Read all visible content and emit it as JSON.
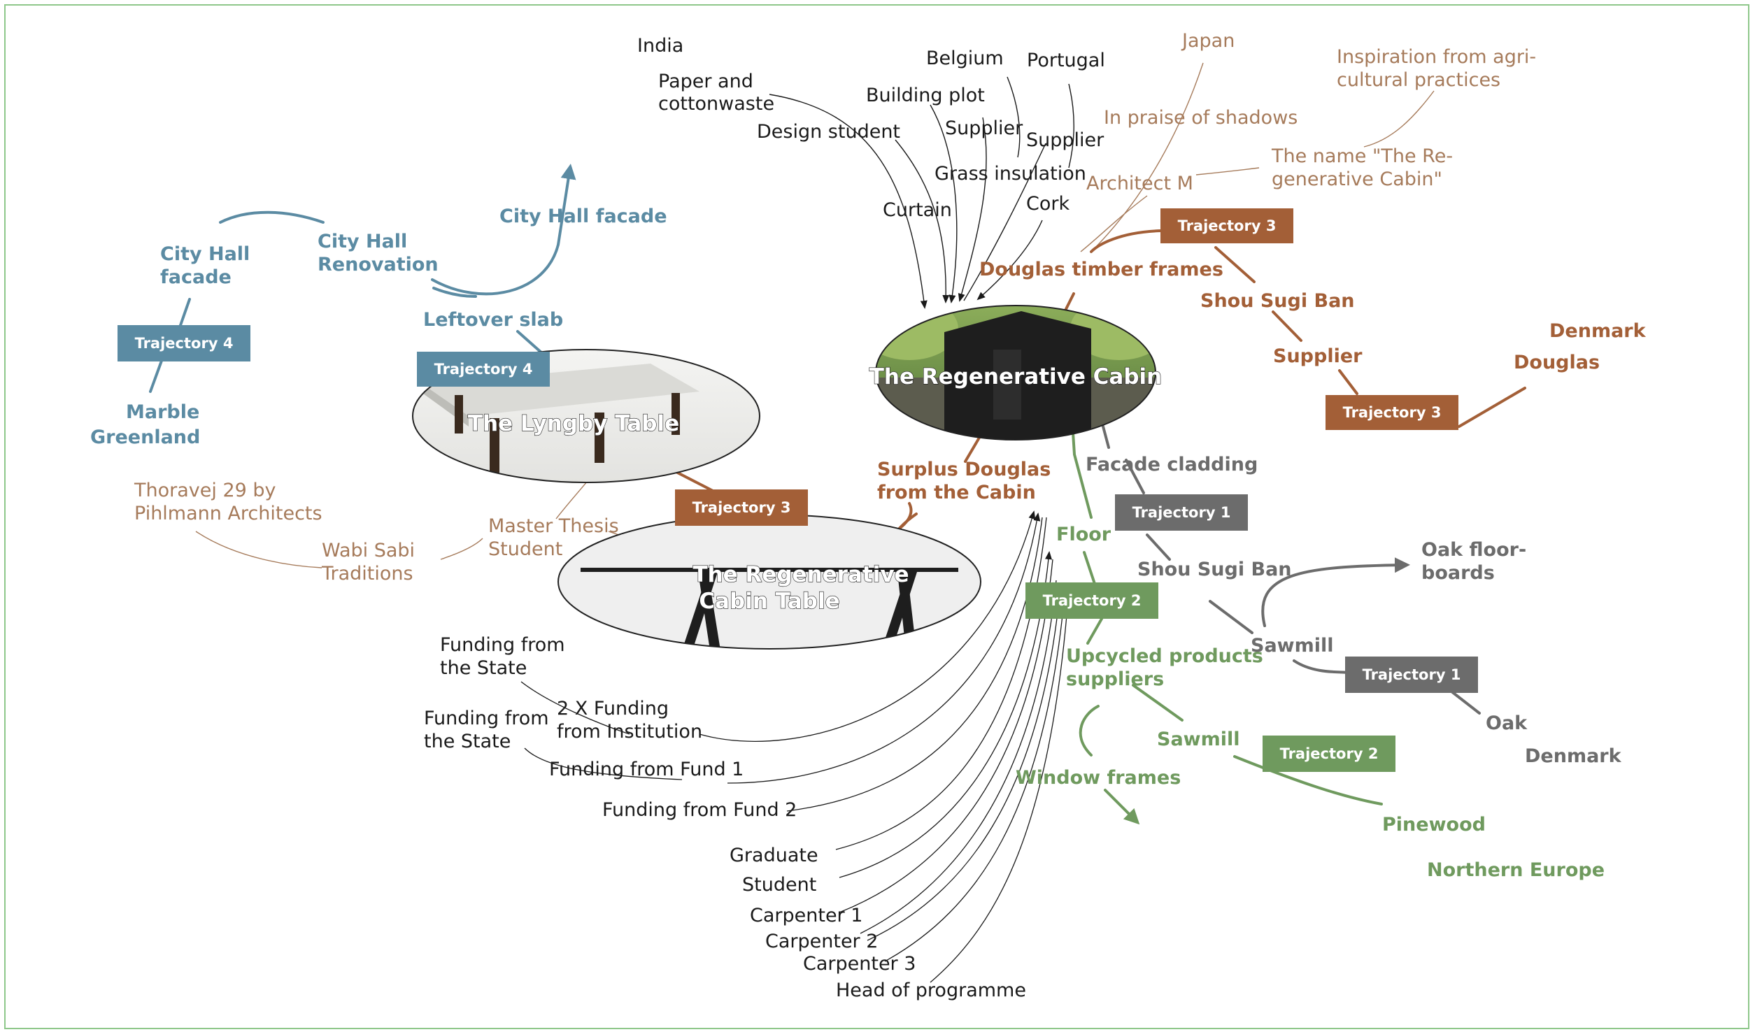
{
  "colors": {
    "blue": "#5b8ba3",
    "brown": "#a35f37",
    "grey": "#6c6c6c",
    "green": "#6f9a5e",
    "tan": "#a67b5b",
    "black": "#1a1a1a",
    "border": "#8ec78a"
  },
  "center_nodes": {
    "cabin": "The Regenerative Cabin",
    "lyngby": "The Lyngby Table",
    "cabin_table_l1": "The Regenerative",
    "cabin_table_l2": "Cabin Table"
  },
  "trajectory_tags": {
    "t4a": "Trajectory 4",
    "t4b": "Trajectory 4",
    "t3a": "Trajectory 3",
    "t3b": "Trajectory 3",
    "t3c": "Trajectory 3",
    "t1a": "Trajectory 1",
    "t1b": "Trajectory 1",
    "t2a": "Trajectory 2",
    "t2b": "Trajectory 2"
  },
  "trajectory4": {
    "city_hall_facade_l1": "City Hall",
    "city_hall_facade_l2": "facade",
    "city_hall_renovation_l1": "City Hall",
    "city_hall_renovation_l2": "Renovation",
    "city_hall_facade_top": "City Hall facade",
    "leftover_slab": "Leftover slab",
    "marble": "Marble",
    "greenland": "Greenland"
  },
  "trajectory3": {
    "douglas_timber": "Douglas timber frames",
    "shou_sugi_ban": "Shou Sugi Ban",
    "supplier": "Supplier",
    "denmark": "Denmark",
    "douglas": "Douglas",
    "surplus_l1": "Surplus Douglas",
    "surplus_l2": "from the Cabin"
  },
  "trajectory1": {
    "facade_cladding": "Facade cladding",
    "shou_sugi_ban": "Shou Sugi Ban",
    "oak_floor_l1": "Oak floor-",
    "oak_floor_l2": "boards",
    "sawmill": "Sawmill",
    "oak": "Oak",
    "denmark": "Denmark"
  },
  "trajectory2": {
    "floor": "Floor",
    "upcycled_l1": "Upcycled products",
    "upcycled_l2": "suppliers",
    "sawmill": "Sawmill",
    "window_frames": "Window frames",
    "pinewood": "Pinewood",
    "northern_europe": "Northern Europe"
  },
  "inspirations": {
    "japan": "Japan",
    "agri_l1": "Inspiration from agri-",
    "agri_l2": "cultural practices",
    "praise_shadows": "In praise of shadows",
    "name_l1": "The name \"The Re-",
    "name_l2": "generative Cabin\"",
    "architect_m": "Architect M",
    "thoravej_l1": "Thoravej 29 by",
    "thoravej_l2": "Pihlmann Architects",
    "wabi_l1": "Wabi Sabi",
    "wabi_l2": "Traditions",
    "thesis_l1": "Master Thesis",
    "thesis_l2": "Student"
  },
  "materials": {
    "india": "India",
    "paper_l1": "Paper and",
    "paper_l2": "cottonwaste",
    "design_student": "Design student",
    "belgium": "Belgium",
    "portugal": "Portugal",
    "building_plot": "Building plot",
    "supplier1": "Supplier",
    "supplier2": "Supplier",
    "grass_insulation": "Grass insulation",
    "curtain": "Curtain",
    "cork": "Cork"
  },
  "people_funding": {
    "funding_state1_l1": "Funding from",
    "funding_state1_l2": "the State",
    "funding_inst_l1": "2 X Funding",
    "funding_inst_l2": "from Institution",
    "funding_state2_l1": "Funding from",
    "funding_state2_l2": "the State",
    "fund1": "Funding from Fund 1",
    "fund2": "Funding from Fund 2",
    "graduate": "Graduate",
    "student": "Student",
    "carpenter1": "Carpenter 1",
    "carpenter2": "Carpenter 2",
    "carpenter3": "Carpenter 3",
    "head": "Head of programme"
  }
}
